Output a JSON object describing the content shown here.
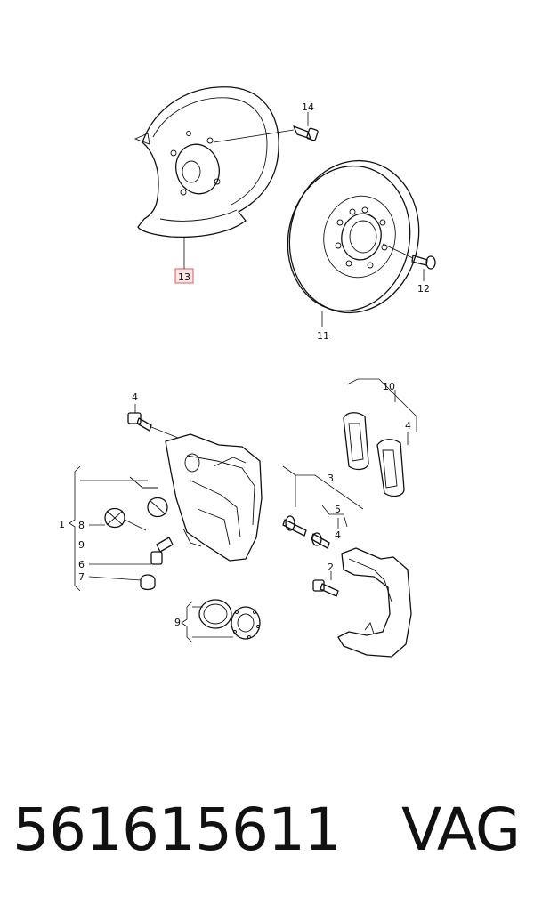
{
  "diagram": {
    "callouts": {
      "c14": "14",
      "c13": "13",
      "c12": "12",
      "c11": "11",
      "c10": "10",
      "c4a": "4",
      "c4b": "4",
      "c4c": "4",
      "c3": "3",
      "c5": "5",
      "c2": "2",
      "c1": "1",
      "c8": "8",
      "c9a": "9",
      "c6": "6",
      "c7": "7",
      "c9b": "9"
    },
    "highlight_color": "#e05a5a"
  },
  "footer": {
    "part_number": "561615611",
    "brand": "VAG"
  }
}
